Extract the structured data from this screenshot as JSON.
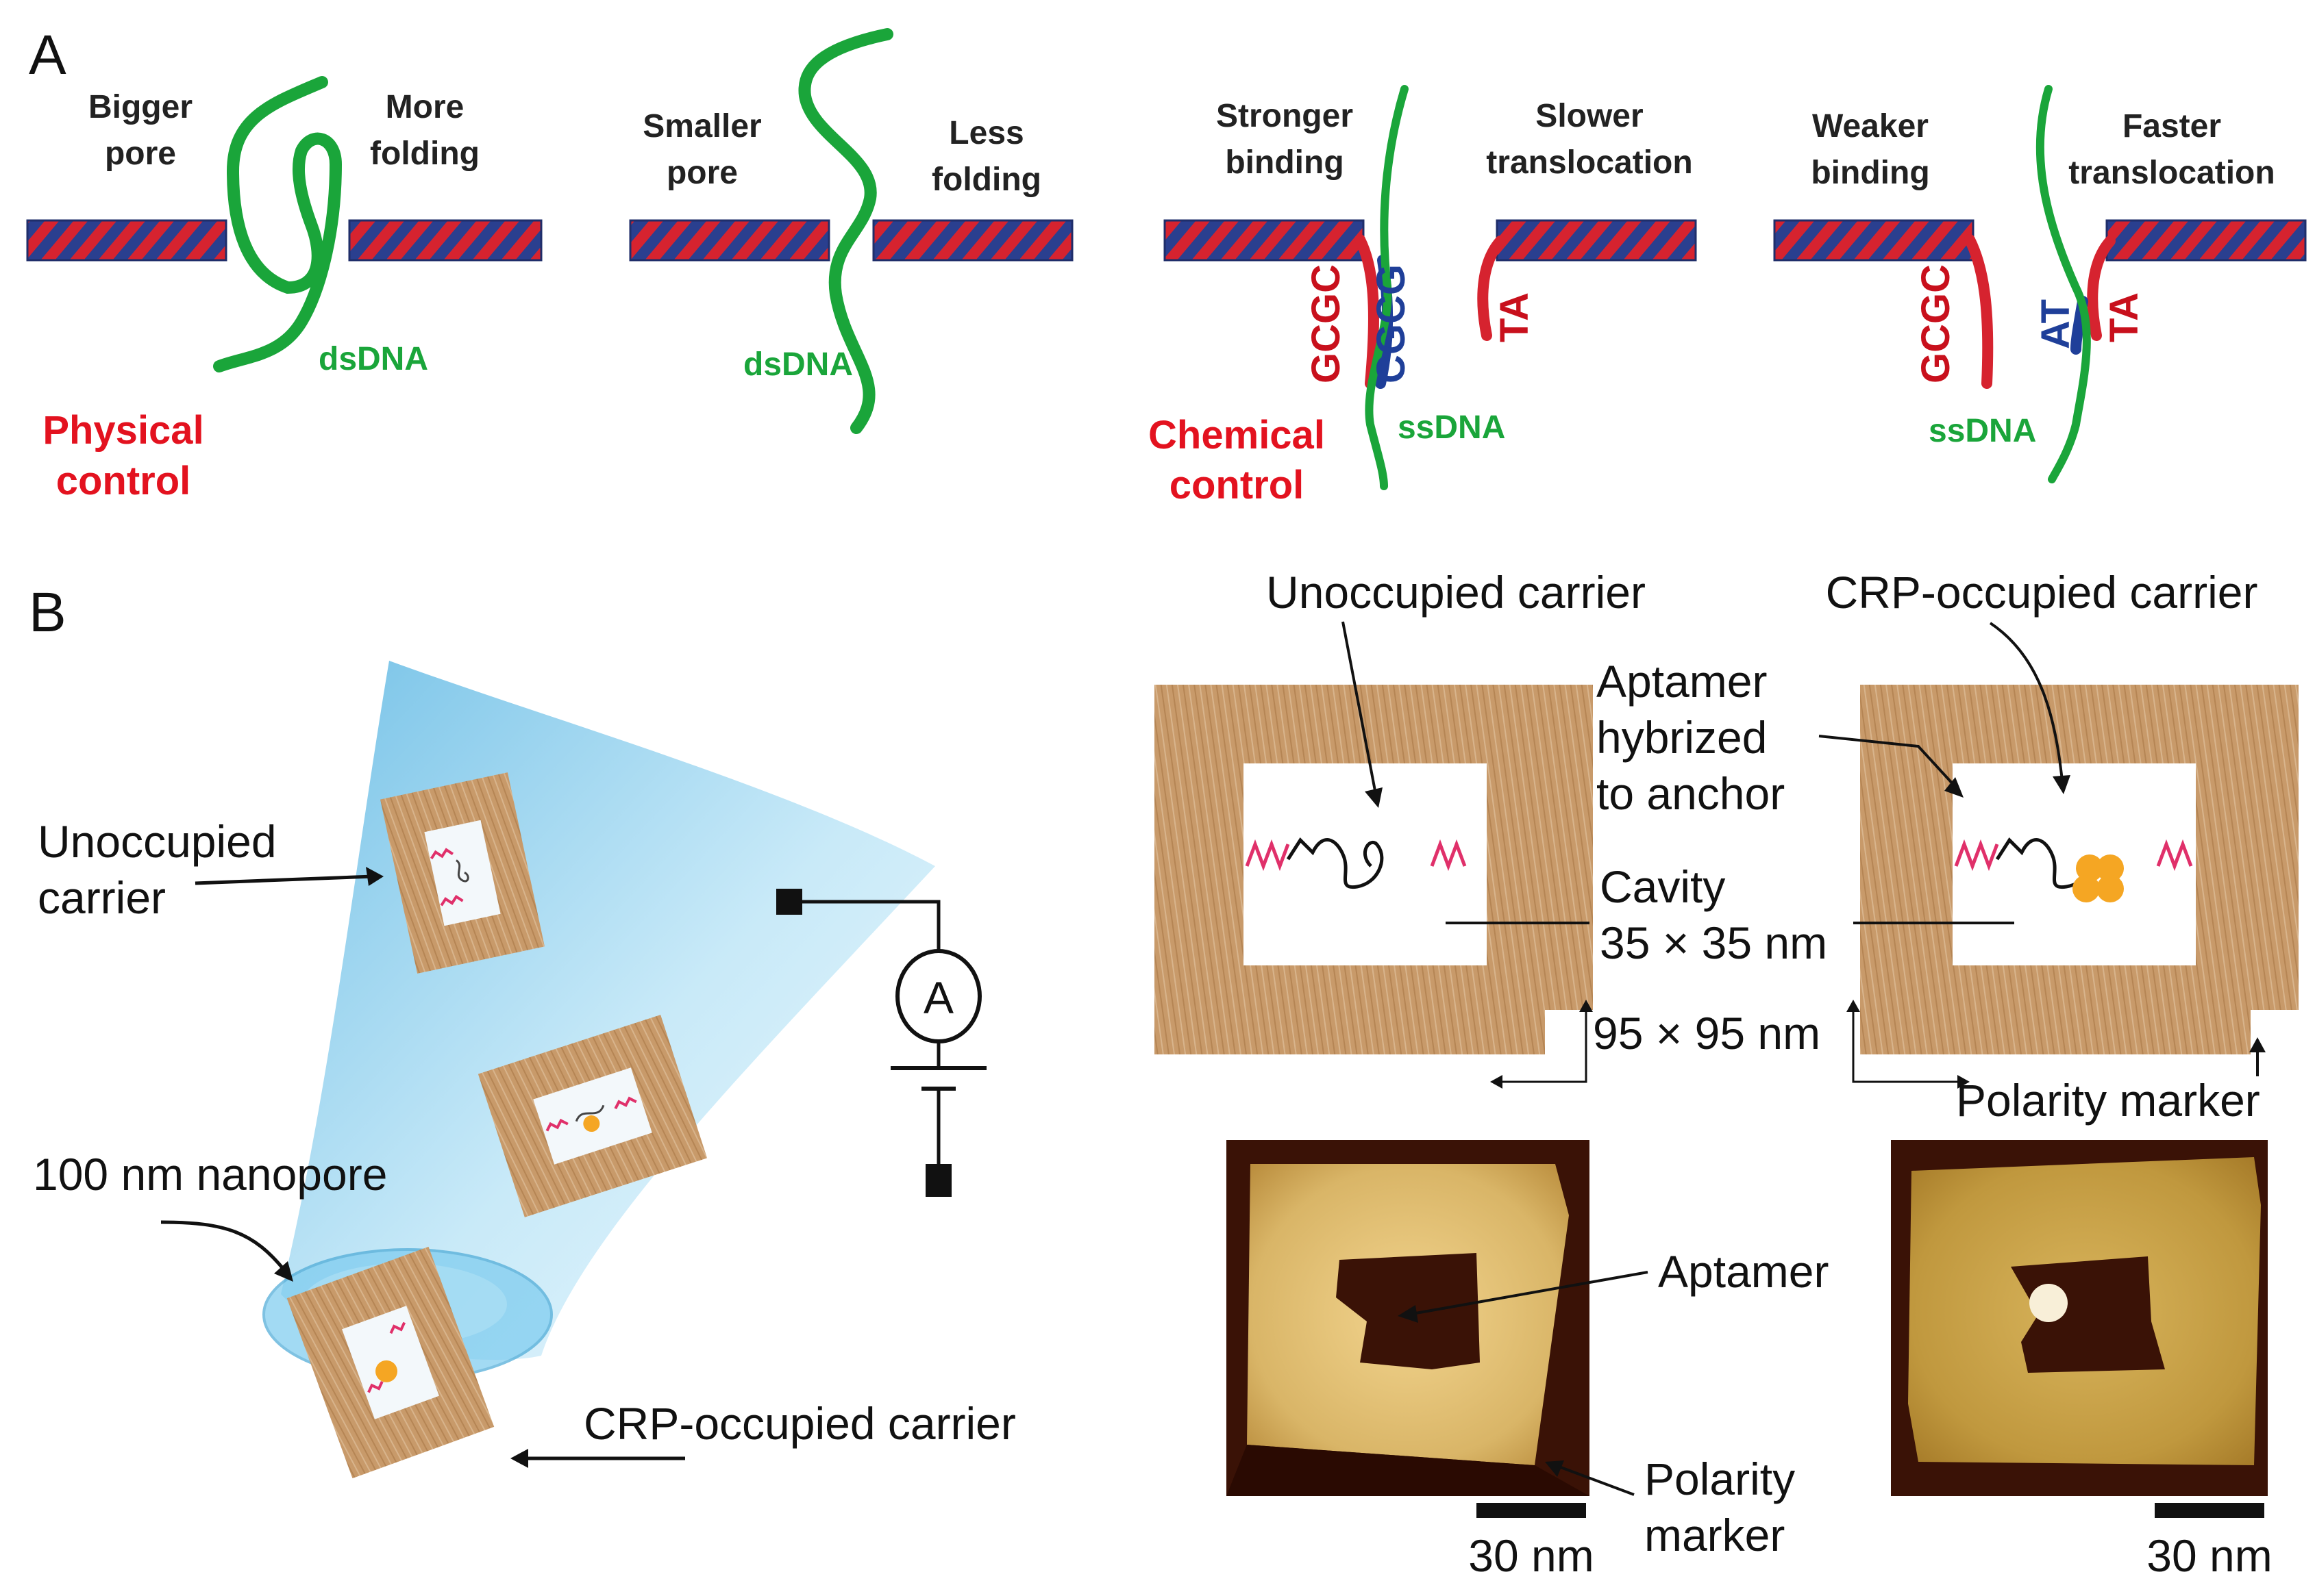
{
  "panel_a": {
    "letter": "A",
    "scene1": {
      "left_label": [
        "Bigger",
        "pore"
      ],
      "right_label": [
        "More",
        "folding"
      ],
      "strand": "dsDNA",
      "control": [
        "Physical",
        "control"
      ]
    },
    "scene2": {
      "left_label": [
        "Smaller",
        "pore"
      ],
      "right_label": [
        "Less",
        "folding"
      ],
      "strand": "dsDNA"
    },
    "scene3": {
      "left_label": [
        "Stronger",
        "binding"
      ],
      "right_label": [
        "Slower",
        "translocation"
      ],
      "seq_left": "GCGC",
      "seq_mid": "CGCG",
      "seq_right": "TA",
      "strand": "ssDNA",
      "control": [
        "Chemical",
        "control"
      ]
    },
    "scene4": {
      "left_label": [
        "Weaker",
        "binding"
      ],
      "right_label": [
        "Faster",
        "translocation"
      ],
      "seq_left": "GCGC",
      "seq_mid": "AT",
      "seq_right": "TA",
      "strand": "ssDNA"
    },
    "colors": {
      "dsdna": "#1aa53a",
      "red": "#e3121f",
      "blue": "#1f3f99"
    }
  },
  "panel_b": {
    "letter": "B",
    "left": {
      "unoccupied_label": [
        "Unoccupied",
        "carrier"
      ],
      "nanopore_label": "100 nm nanopore",
      "crp_label": "CRP-occupied carrier",
      "ammeter": "A"
    },
    "right": {
      "unoccupied_title": "Unoccupied carrier",
      "crp_title": "CRP-occupied carrier",
      "aptamer_label": [
        "Aptamer",
        "hybrized",
        "to anchor"
      ],
      "cavity_label": [
        "Cavity",
        "35 × 35 nm"
      ],
      "size_label": "95 × 95 nm",
      "polarity_label": "Polarity marker",
      "afm_aptamer": "Aptamer",
      "afm_polarity": [
        "Polarity",
        "marker"
      ],
      "scale1": "30 nm",
      "scale2": "30 nm"
    },
    "colors": {
      "origami": "#c89a6a",
      "cone": "#8fd0ee",
      "afm_light": "#e2c27a",
      "afm_dark": "#3a1206",
      "hairpin": "#e0306a"
    }
  }
}
